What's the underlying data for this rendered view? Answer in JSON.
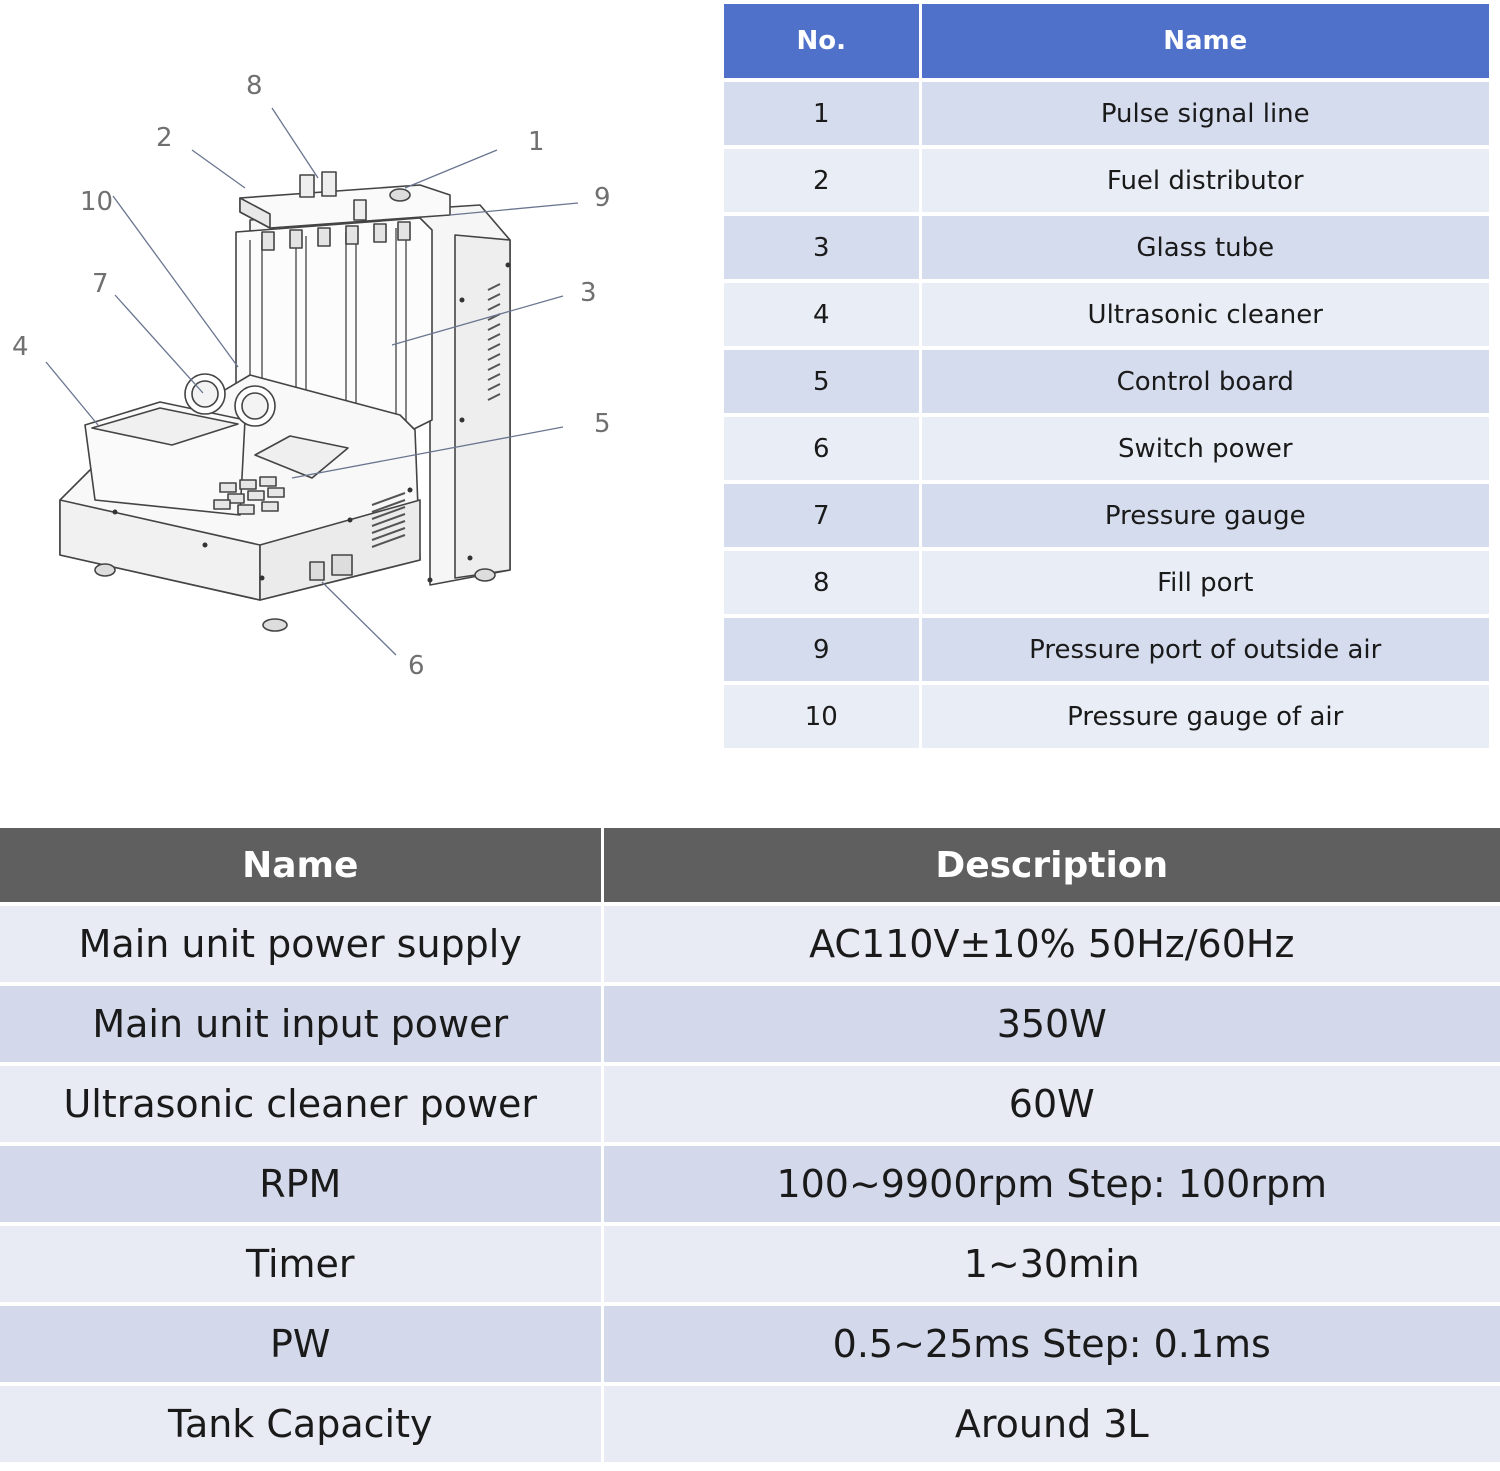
{
  "diagram": {
    "callouts": [
      "1",
      "2",
      "3",
      "4",
      "5",
      "6",
      "7",
      "8",
      "9",
      "10"
    ]
  },
  "parts_table": {
    "headers": {
      "no": "No.",
      "name": "Name"
    },
    "rows": [
      {
        "no": "1",
        "name": "Pulse signal line"
      },
      {
        "no": "2",
        "name": "Fuel distributor"
      },
      {
        "no": "3",
        "name": "Glass tube"
      },
      {
        "no": "4",
        "name": "Ultrasonic cleaner"
      },
      {
        "no": "5",
        "name": "Control board"
      },
      {
        "no": "6",
        "name": "Switch power"
      },
      {
        "no": "7",
        "name": "Pressure gauge"
      },
      {
        "no": "8",
        "name": "Fill port"
      },
      {
        "no": "9",
        "name": "Pressure port of outside air"
      },
      {
        "no": "10",
        "name": "Pressure gauge of air"
      }
    ]
  },
  "spec_table": {
    "headers": {
      "name": "Name",
      "description": "Description"
    },
    "rows": [
      {
        "name": "Main unit power supply",
        "description": "AC110V±10% 50Hz/60Hz"
      },
      {
        "name": "Main unit input power",
        "description": "350W"
      },
      {
        "name": "Ultrasonic cleaner power",
        "description": "60W"
      },
      {
        "name": "RPM",
        "description": "100~9900rpm Step: 100rpm"
      },
      {
        "name": "Timer",
        "description": "1~30min"
      },
      {
        "name": "PW",
        "description": "0.5~25ms Step: 0.1ms"
      },
      {
        "name": "Tank Capacity",
        "description": "Around 3L"
      }
    ]
  },
  "colors": {
    "parts_header": "#4f71c9",
    "spec_header": "#5f5f5f",
    "row_light": "#e9edf6",
    "row_dark": "#d5dcee"
  }
}
